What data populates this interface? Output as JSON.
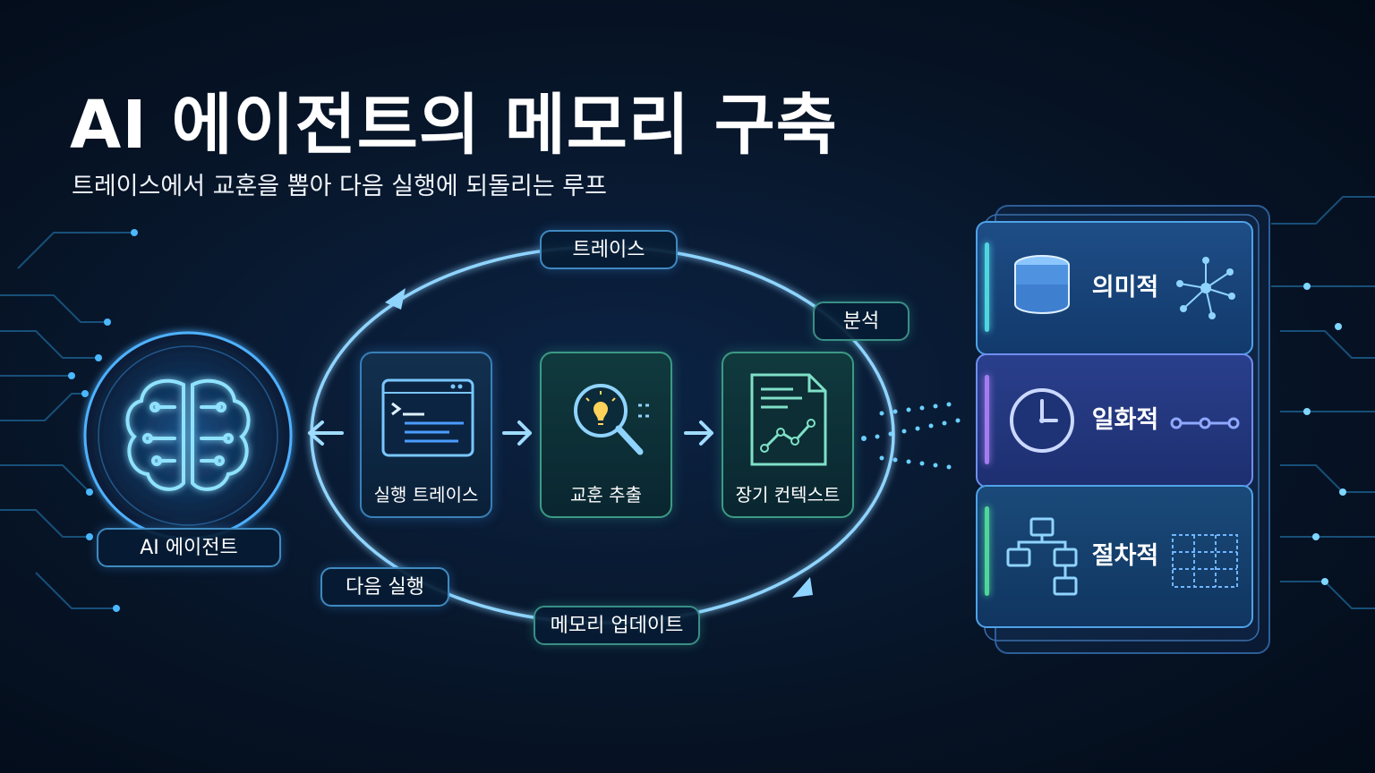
{
  "title": "AI 에이전트의 메모리 구축",
  "subtitle": "트레이스에서 교훈을 뽑아 다음 실행에 되돌리는 루프",
  "agent": {
    "label": "AI 에이전트",
    "icon": "brain-circuit-icon"
  },
  "loop": {
    "trace_label": "트레이스",
    "analysis_label": "분석",
    "next_run_label": "다음 실행",
    "memory_update_label": "메모리 업데이트"
  },
  "steps": [
    {
      "label": "실행 트레이스",
      "icon": "terminal-window-icon"
    },
    {
      "label": "교훈 추출",
      "icon": "magnifier-lightbulb-icon"
    },
    {
      "label": "장기 컨텍스트",
      "icon": "document-chart-icon"
    }
  ],
  "memory_types": [
    {
      "label": "의미적",
      "icon": "database-icon",
      "accent": "#4fd6e0"
    },
    {
      "label": "일화적",
      "icon": "clock-icon",
      "accent": "#a57cf0"
    },
    {
      "label": "절차적",
      "icon": "flowchart-icon",
      "accent": "#4fd69a"
    }
  ],
  "colors": {
    "background": "#061325",
    "loop_line": "#8fd4ff",
    "card_border": "#3a7fb8",
    "accent_cyan": "#5fd8ff"
  }
}
